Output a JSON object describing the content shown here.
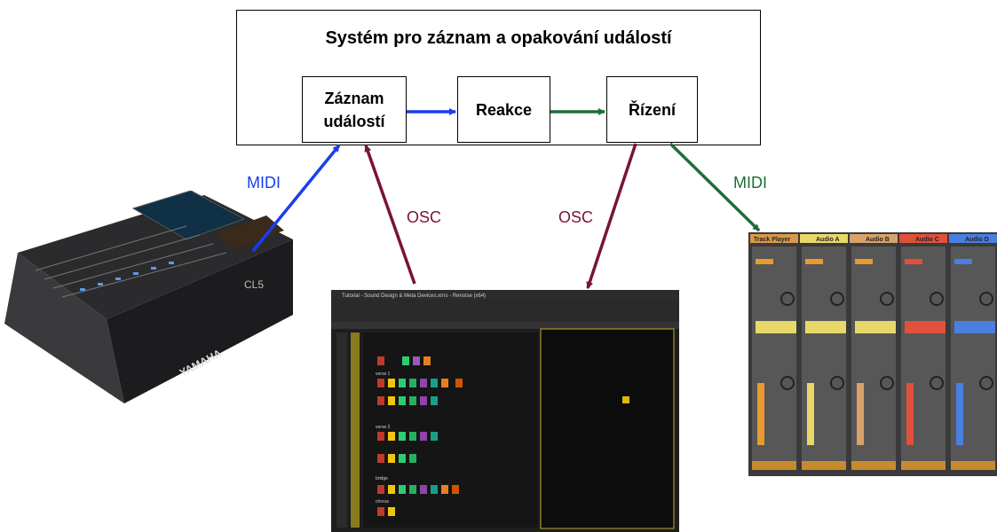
{
  "diagram": {
    "outer_title": "Systém pro záznam a opakování událostí",
    "nodes": {
      "record_line1": "Záznam",
      "record_line2": "událostí",
      "reaction": "Reakce",
      "control": "Řízení"
    },
    "labels": {
      "midi_in": "MIDI",
      "osc_in": "OSC",
      "osc_out": "OSC",
      "midi_out": "MIDI"
    },
    "colors": {
      "midi_in": "#1a3cf0",
      "osc": "#7a1238",
      "midi_out": "#1e6e3a"
    },
    "images": {
      "mixer_brand": "YAMAHA",
      "mixer_model": "CL5",
      "daw_title": "Tutorial - Sound Design & Meta Devices.xrns - Renoise (x64)",
      "daw_sections": [
        "verse 1",
        "verse 2",
        "bridge",
        "chorus"
      ],
      "channel_strips": [
        "Track Player",
        "Audio A",
        "Audio B",
        "Audio C",
        "Audio D"
      ]
    }
  }
}
